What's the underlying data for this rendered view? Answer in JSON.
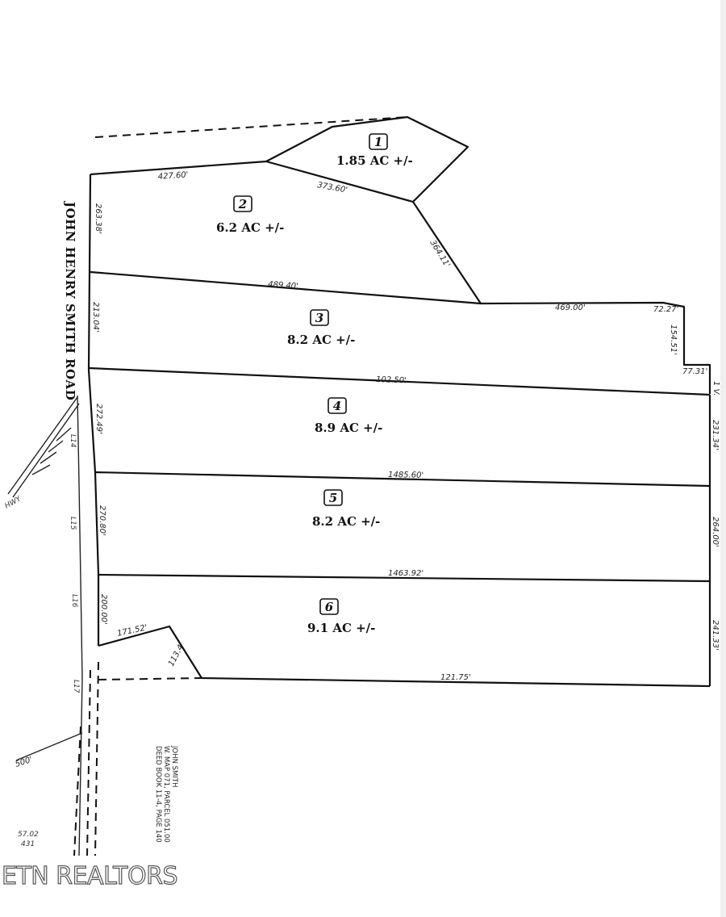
{
  "road_name": "JOHN HENRY SMITH ROAD",
  "lots": [
    {
      "number": "1",
      "area": "1.85 AC +/-"
    },
    {
      "number": "2",
      "area": "6.2 AC +/-"
    },
    {
      "number": "3",
      "area": "8.2 AC +/-"
    },
    {
      "number": "4",
      "area": "8.9 AC +/-"
    },
    {
      "number": "5",
      "area": "8.2 AC +/-"
    },
    {
      "number": "6",
      "area": "9.1 AC +/-"
    }
  ],
  "dimensions": {
    "d427": "427.60'",
    "d373": "373.60'",
    "d364": "364.11'",
    "d263": "263.38'",
    "d489": "489.40'",
    "d469": "469.00'",
    "d72": "72.27'",
    "d154": "154.51'",
    "d77": "77.31'",
    "d213": "213.04'",
    "d102": "102.50'",
    "d272": "272.49'",
    "d231": "231.34'",
    "d1485": "1485.60'",
    "d270": "270.80'",
    "d264": "264.00'",
    "d1463": "1463.92'",
    "d200": "200.00'",
    "d171": "171.52'",
    "d113": "113.4'",
    "d121": "121.75'",
    "d241": "241.33'",
    "d500": "500'",
    "l14": "L14",
    "l15": "L15",
    "l16": "L16",
    "l17": "L17",
    "one_v": "1 V.",
    "highway": "HWY",
    "bottom1": "57.02",
    "bottom2": "431"
  },
  "owner_note": {
    "line1": "JOHN SMITH",
    "line2": "W. MAP 071, PARCEL 051.00",
    "line3": "DEED BOOK 11-4, PAGE 140"
  },
  "watermark": "ETN REALTORS"
}
